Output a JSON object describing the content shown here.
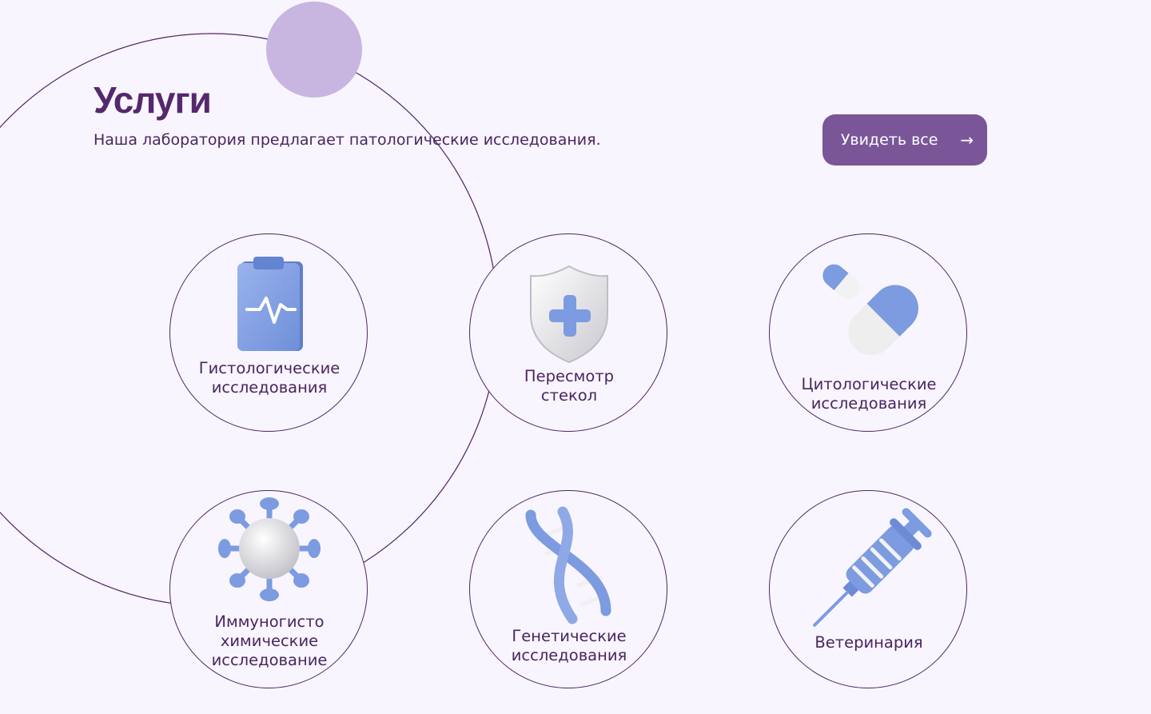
{
  "section": {
    "title": "Услуги",
    "subtitle": "Наша лаборатория предлагает патологические исследования.",
    "see_all_label": "Увидеть все",
    "see_all_arrow": "→"
  },
  "services": [
    {
      "lines": [
        "Гистологические",
        "исследования"
      ],
      "icon": "clipboard-pulse-icon"
    },
    {
      "lines": [
        "Пересмотр",
        "стекол"
      ],
      "icon": "shield-cross-icon"
    },
    {
      "lines": [
        "Цитологические",
        "исследования"
      ],
      "icon": "pill-capsule-icon"
    },
    {
      "lines": [
        "Иммуногисто",
        "химические",
        "исследование"
      ],
      "icon": "virus-icon"
    },
    {
      "lines": [
        "Генетические",
        "исследования"
      ],
      "icon": "dna-icon"
    },
    {
      "lines": [
        "Ветеринария"
      ],
      "icon": "syringe-icon"
    }
  ],
  "colors": {
    "background": "#f8f5fe",
    "accent": "#7a5699",
    "text": "#4a2560",
    "outline": "#4f2566",
    "icon_blue": "#7c9be0",
    "decor_circle": "#c8b5e0"
  }
}
